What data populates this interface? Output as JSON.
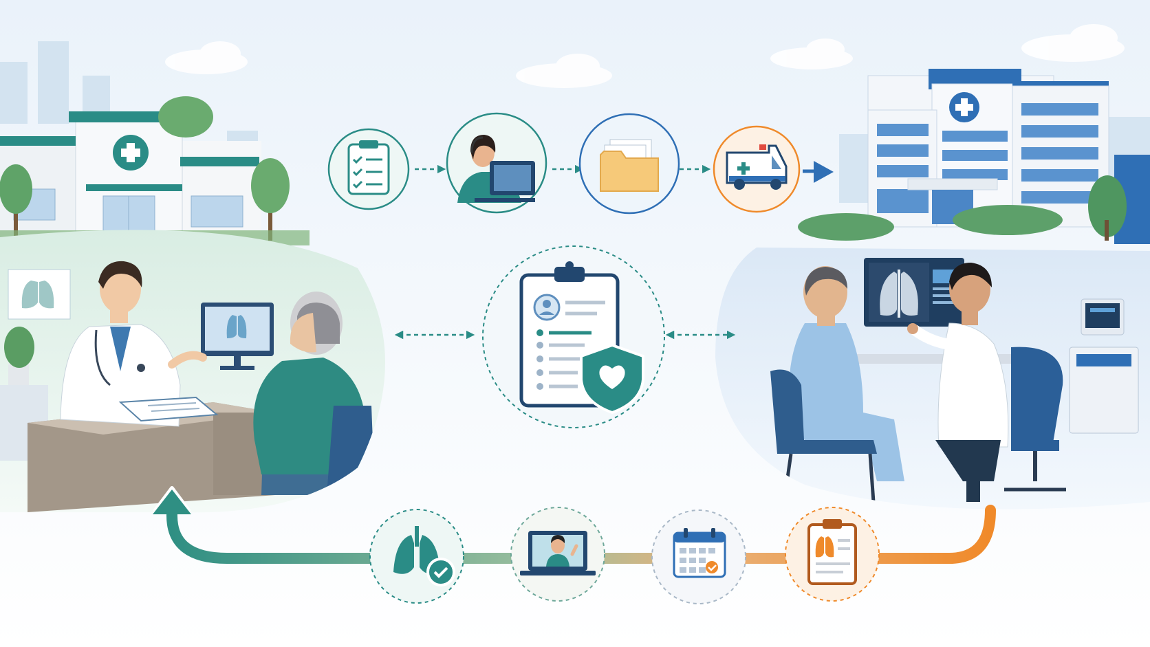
{
  "colors": {
    "teal": "#2a8c86",
    "teal_dark": "#1f6f6b",
    "teal_light": "#cfe9e4",
    "blue": "#2f6fb5",
    "blue_dark": "#1d4f8f",
    "blue_light": "#dbe8f7",
    "orange": "#ef8a2b",
    "orange_light": "#fde9d5",
    "navy": "#22476f",
    "sky": "#eef4fa"
  },
  "scenes": {
    "left": {
      "setting": "community-clinic",
      "people": [
        "doctor",
        "patient"
      ],
      "icon": "first-aid-cross-icon"
    },
    "right": {
      "setting": "hospital",
      "people": [
        "patient",
        "specialist-doctor"
      ],
      "icon": "first-aid-cross-icon"
    }
  },
  "top_flow": [
    {
      "icon": "checklist-clipboard-icon"
    },
    {
      "icon": "telehealth-operator-icon"
    },
    {
      "icon": "file-folder-icon"
    },
    {
      "icon": "ambulance-icon"
    }
  ],
  "center_hub": {
    "icon": "protected-health-record-icon"
  },
  "bottom_flow": [
    {
      "icon": "lungs-checkmark-icon"
    },
    {
      "icon": "video-consultation-icon"
    },
    {
      "icon": "calendar-appointment-icon"
    },
    {
      "icon": "lung-report-clipboard-icon"
    }
  ]
}
